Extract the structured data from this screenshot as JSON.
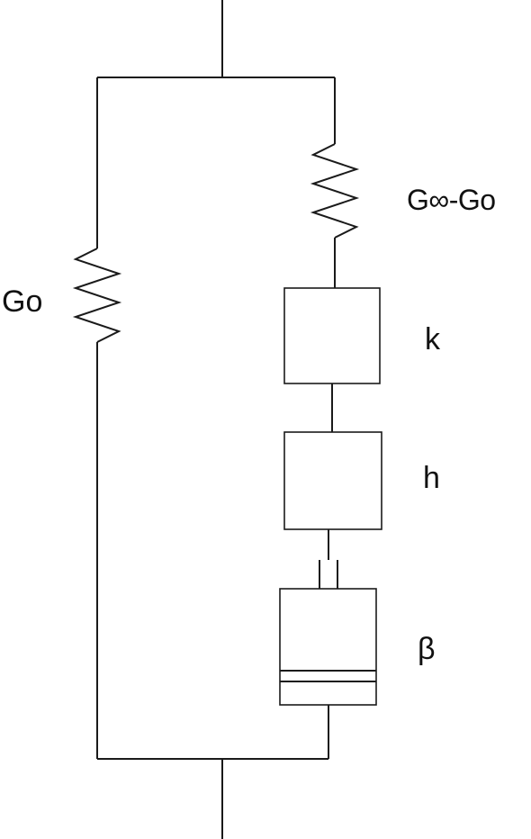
{
  "labels": {
    "left_spring": "Go",
    "right_spring": "G∞-Go",
    "box_top": "k",
    "box_bottom": "h",
    "dashpot": "β"
  },
  "colors": {
    "line": "#1a1a1a",
    "background": "#ffffff"
  }
}
